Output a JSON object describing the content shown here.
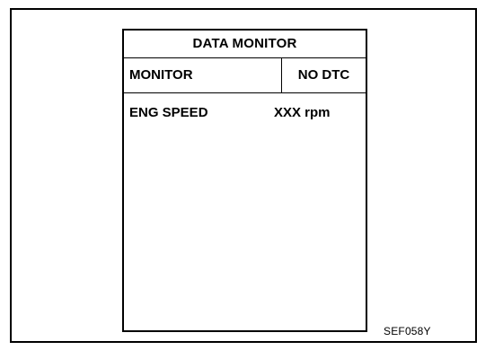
{
  "screen": {
    "title": "DATA MONITOR",
    "header": {
      "left": "MONITOR",
      "right": "NO DTC"
    },
    "rows": [
      {
        "label": "ENG SPEED",
        "value": "XXX rpm"
      }
    ]
  },
  "figure_code": "SEF058Y"
}
